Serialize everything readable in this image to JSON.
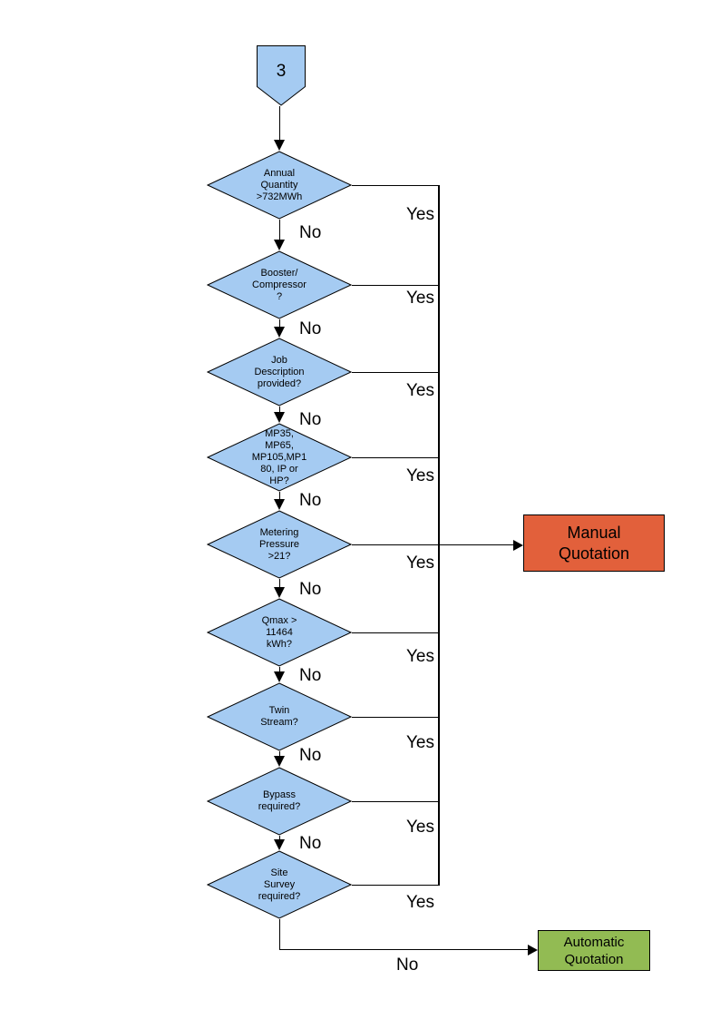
{
  "flowchart": {
    "start": {
      "label": "3"
    },
    "decisions": [
      {
        "label": "Annual\nQuantity\n>732MWh",
        "yes": "Yes",
        "no": "No"
      },
      {
        "label": "Booster/\nCompressor\n?",
        "yes": "Yes",
        "no": "No"
      },
      {
        "label": "Job\nDescription\nprovided?",
        "yes": "Yes",
        "no": "No"
      },
      {
        "label": "MP35,\nMP65,\nMP105,MP1\n80, IP or\nHP?",
        "yes": "Yes",
        "no": "No"
      },
      {
        "label": "Metering\nPressure\n>21?",
        "yes": "Yes",
        "no": "No"
      },
      {
        "label": "Qmax >\n11464\nkWh?",
        "yes": "Yes",
        "no": "No"
      },
      {
        "label": "Twin\nStream?",
        "yes": "Yes",
        "no": "No"
      },
      {
        "label": "Bypass\nrequired?",
        "yes": "Yes",
        "no": "No"
      },
      {
        "label": "Site\nSurvey\nrequired?",
        "yes": "Yes",
        "no": "No"
      }
    ],
    "outcomes": {
      "manual": {
        "label": "Manual\nQuotation",
        "fill": "#e2603b"
      },
      "automatic": {
        "label": "Automatic\nQuotation",
        "fill": "#92bb53"
      }
    },
    "colors": {
      "node_fill": "#a5cbf2",
      "node_stroke": "#000000",
      "line": "#000000"
    }
  }
}
